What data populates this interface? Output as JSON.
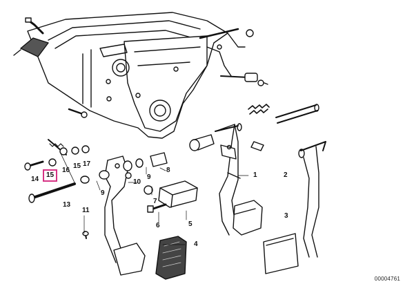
{
  "diagram": {
    "document_number": "00004761",
    "highlight_color": "#d63384",
    "callouts": [
      {
        "id": "1",
        "highlighted": false
      },
      {
        "id": "2",
        "highlighted": false
      },
      {
        "id": "3",
        "highlighted": false
      },
      {
        "id": "4",
        "highlighted": false
      },
      {
        "id": "5",
        "highlighted": false
      },
      {
        "id": "6",
        "highlighted": false
      },
      {
        "id": "7",
        "highlighted": false
      },
      {
        "id": "8",
        "highlighted": false
      },
      {
        "id": "9",
        "highlighted": false
      },
      {
        "id": "9",
        "highlighted": false
      },
      {
        "id": "10",
        "highlighted": false
      },
      {
        "id": "11",
        "highlighted": false
      },
      {
        "id": "13",
        "highlighted": false
      },
      {
        "id": "14",
        "highlighted": false
      },
      {
        "id": "15",
        "highlighted": true
      },
      {
        "id": "15",
        "highlighted": false
      },
      {
        "id": "16",
        "highlighted": false
      },
      {
        "id": "17",
        "highlighted": false
      }
    ]
  }
}
